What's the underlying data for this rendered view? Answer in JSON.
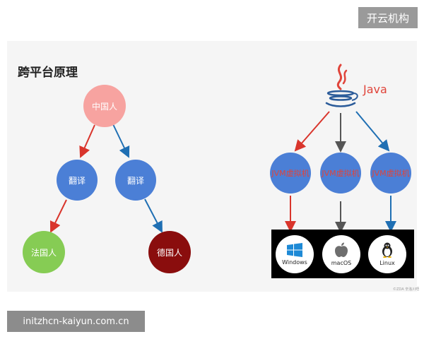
{
  "brand": "开云机构",
  "title": "跨平台原理",
  "left_tree": {
    "root": "中国人",
    "translators": [
      "翻译",
      "翻译"
    ],
    "leaves": [
      "法国人",
      "德国人"
    ]
  },
  "java": {
    "label": "Java",
    "jvms": [
      "JVM虚拟机",
      "JVM虚拟机",
      "JVM虚拟机"
    ],
    "os": [
      "Windows",
      "macOS",
      "Linux"
    ]
  },
  "credit": "©ZDA 辛洛川唔",
  "footer_url": "initzhcn-kaiyun.com.cn",
  "colors": {
    "root": "#f7a3a0",
    "translator": "#4b7fd6",
    "fr": "#86cc54",
    "de": "#8a0d0d",
    "red_arrow": "#d9352c",
    "blue_arrow": "#1f6fb3",
    "gray_arrow": "#555555",
    "jvm_text": "#e0443a"
  }
}
